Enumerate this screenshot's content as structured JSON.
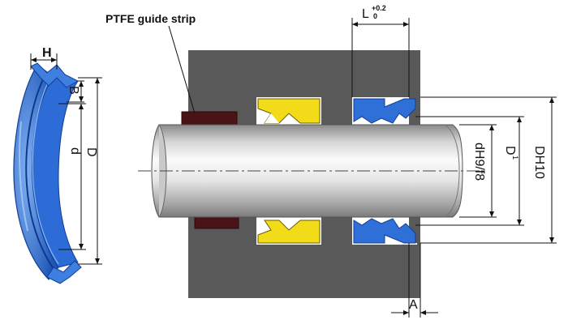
{
  "labels": {
    "ptfe_guide_strip": "PTFE guide strip",
    "H": "H",
    "B": "B",
    "d": "d",
    "D": "D",
    "L": "L",
    "L_tol_upper": "+0.2",
    "L_tol_lower": "0",
    "A": "A",
    "dH9f8": "dH9/f8",
    "D1_base": "D",
    "D1_sup": "1",
    "DH10": "DH10"
  },
  "colors": {
    "housing": "#5a5a5a",
    "housing_dark": "#3f3f3f",
    "seal_blue": "#2f6fd8",
    "seal_blue_light": "#5b93ea",
    "seal_blue_dark": "#1a4aa8",
    "yellow_seal": "#f2dc1a",
    "ptfe_strip": "#4a1318",
    "rod_light": "#f4f4f4",
    "rod_mid": "#bdbdbd",
    "rod_dark": "#7d7d7d",
    "line": "#111111"
  }
}
